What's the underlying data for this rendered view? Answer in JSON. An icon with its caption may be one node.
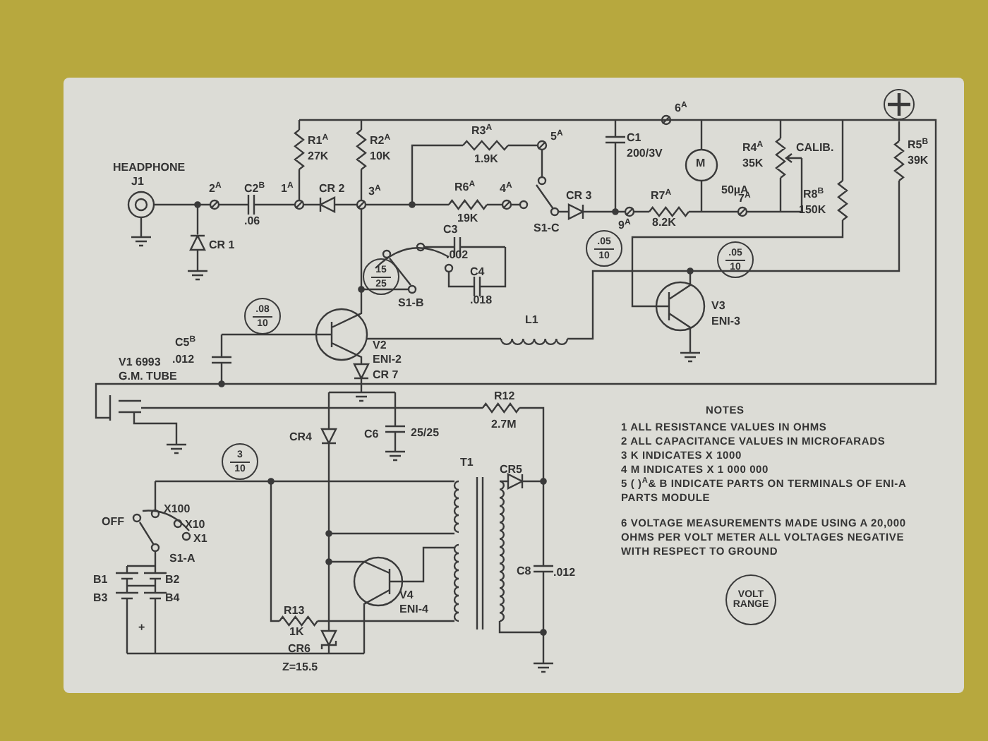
{
  "diagram": {
    "nodes": [
      {
        "text": [],
        "shape": "circle"
      },
      {
        "text": [
          ".05",
          "10"
        ]
      },
      {
        "text": [
          ".05",
          "10"
        ]
      },
      {
        "text": [
          "15",
          "25"
        ]
      },
      {
        "text": [
          ".08",
          "10"
        ]
      },
      {
        "text": [
          "3",
          "10"
        ]
      },
      {
        "text": [
          "VOLT RANGE"
        ]
      }
    ],
    "labels": [
      "R1$^{A}$",
      "27K",
      "R2$^{A}$",
      "10K",
      "R3$^{A}$",
      "1.9K",
      "5$^{A}$",
      "6$^{A}$",
      "C1",
      "200/3V",
      "M",
      "50µA",
      "R4$^{A}$",
      "35K",
      "CALIB.",
      "R5$^{B}$",
      "39K",
      "HEADPHONE",
      "J1",
      "2$^{A}$",
      "C2$^{B}$",
      ".06",
      "1$^{A}$",
      "CR 2",
      "3$^{A}$",
      "R6$^{A}$",
      "19K",
      "4$^{A}$",
      "CR 3",
      "R7$^{A}$",
      "9$^{A}$",
      "8.2K",
      "7$^{A}$",
      "R8$^{B}$",
      "150K",
      "CR 1",
      "C3",
      ".002",
      "C4",
      ".018",
      "S1-C",
      "S1-B",
      "V2",
      "ENI-2",
      "V3",
      "L1",
      "ENI-3",
      "C5$^{B}$",
      "V1 6993",
      ".012",
      "G.M. TUBE",
      "CR 7",
      "R12",
      "2.7M",
      "CR4",
      "C6",
      "25/25",
      "T1",
      "CR5",
      "X100",
      "OFF",
      "X10",
      "X1",
      "S1-A",
      "B1",
      "B2",
      "B3",
      "B4",
      "+",
      "R13",
      "1K",
      "V4",
      "ENI-4",
      "CR6",
      "Z=15.5",
      "C8",
      ".012",
      "NOTES",
      "1 ALL RESISTANCE VALUES IN OHMS",
      "2 ALL CAPACITANCE VALUES IN MICROFARADS",
      "3 K INDICATES X 1000",
      "4 M INDICATES X 1 000 000",
      "5 ( )$^{A}$& B INDICATE PARTS ON TERMINALS OF ENI-A PARTS MODULE",
      "6 VOLTAGE MEASUREMENTS MADE USING A 20,000 OHMS PER VOLT METER ALL VOLTAGES NEGATIVE WITH RESPECT TO GROUND"
    ]
  }
}
